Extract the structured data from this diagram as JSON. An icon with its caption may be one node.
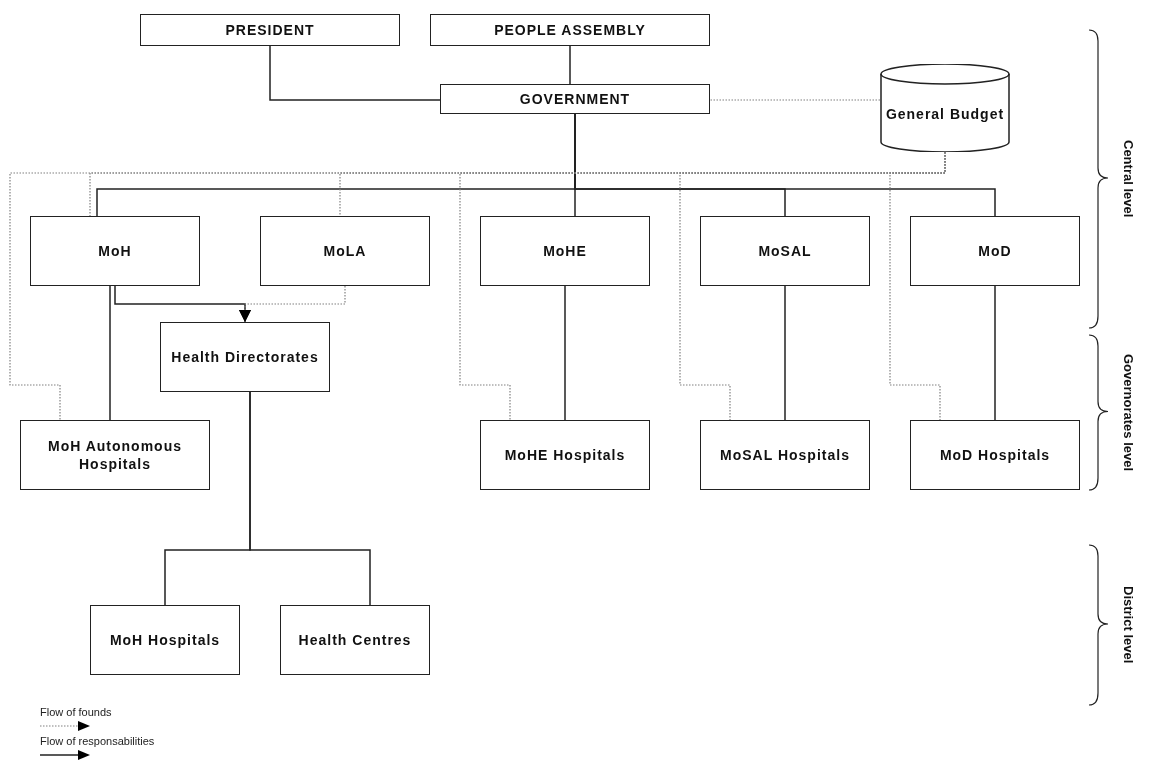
{
  "diagram": {
    "nodes": [
      {
        "text": [
          "PRESIDENT"
        ]
      },
      {
        "text": [
          "PEOPLE ASSEMBLY"
        ]
      },
      {
        "text": [
          "GOVERNMENT"
        ]
      },
      {
        "text": [
          "General Budget"
        ]
      },
      {
        "text": [
          "MoH"
        ]
      },
      {
        "text": [
          "MoLA"
        ]
      },
      {
        "text": [
          "MoHE"
        ]
      },
      {
        "text": [
          "MoSAL"
        ]
      },
      {
        "text": [
          "MoD"
        ]
      },
      {
        "text": [
          "Health Directorates"
        ]
      },
      {
        "text": [
          "MoH Autonomous Hospitals"
        ]
      },
      {
        "text": [
          "MoHE Hospitals"
        ]
      },
      {
        "text": [
          "MoSAL Hospitals"
        ]
      },
      {
        "text": [
          "MoD Hospitals"
        ]
      },
      {
        "text": [
          "MoH Hospitals"
        ]
      },
      {
        "text": [
          "Health Centres"
        ]
      }
    ],
    "edges": [
      {
        "from": 0,
        "to": 2,
        "arrow": "none"
      },
      {
        "from": 1,
        "to": 2,
        "arrow": "none"
      },
      {
        "from": 3,
        "to": 2,
        "arrow": "none",
        "style": "dashed",
        "color": "#808080"
      },
      {
        "from": 2,
        "to": 4,
        "arrow": "none"
      },
      {
        "from": 2,
        "to": 6,
        "arrow": "none"
      },
      {
        "from": 2,
        "to": 7,
        "arrow": "none"
      },
      {
        "from": 2,
        "to": 8,
        "arrow": "none"
      },
      {
        "from": 3,
        "to": 4,
        "arrow": "none",
        "style": "dashed",
        "color": "#808080"
      },
      {
        "from": 3,
        "to": 5,
        "arrow": "none",
        "style": "dashed",
        "color": "#808080"
      },
      {
        "from": 3,
        "to": 10,
        "arrow": "none",
        "style": "dashed",
        "color": "#808080"
      },
      {
        "from": 3,
        "to": 11,
        "arrow": "none",
        "style": "dashed",
        "color": "#808080"
      },
      {
        "from": 3,
        "to": 12,
        "arrow": "none",
        "style": "dashed",
        "color": "#808080"
      },
      {
        "from": 3,
        "to": 13,
        "arrow": "none",
        "style": "dashed",
        "color": "#808080"
      },
      {
        "from": 4,
        "to": 9,
        "arrow": "to"
      },
      {
        "from": 5,
        "to": 9,
        "arrow": "to",
        "style": "dashed",
        "color": "#808080"
      },
      {
        "from": 4,
        "to": 10,
        "arrow": "none"
      },
      {
        "from": 9,
        "to": 14,
        "arrow": "none"
      },
      {
        "from": 9,
        "to": 15,
        "arrow": "none"
      },
      {
        "from": 6,
        "to": 11,
        "arrow": "none"
      },
      {
        "from": 7,
        "to": 12,
        "arrow": "none"
      },
      {
        "from": 8,
        "to": 13,
        "arrow": "none"
      }
    ],
    "labels": [
      "Central level",
      "Governorates level",
      "District level"
    ],
    "legend": [
      {
        "text": "Flow of founds"
      },
      {
        "text": "Flow of responsabilities"
      }
    ]
  }
}
